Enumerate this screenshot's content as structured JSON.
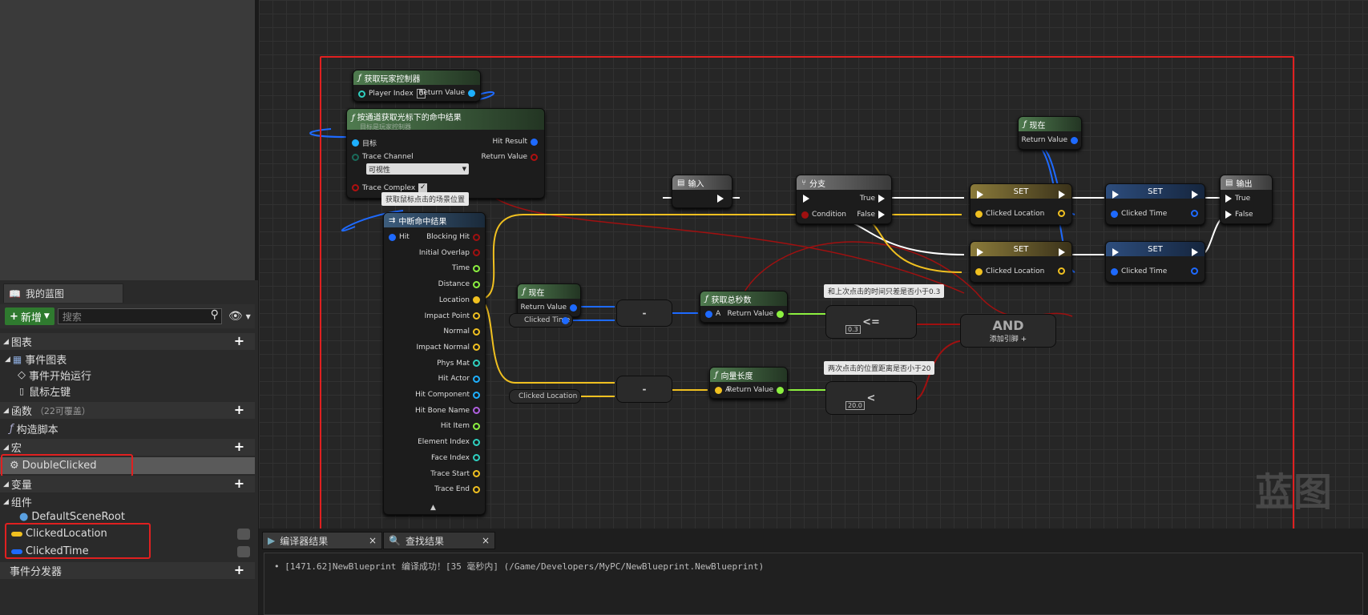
{
  "sidebar": {
    "tab_title": "我的蓝图",
    "new_button": "新增",
    "search_placeholder": "搜索",
    "sections": {
      "graph": "图表",
      "event_graph": "事件图表",
      "begin_play": "事件开始运行",
      "left_mouse": "鼠标左键",
      "functions": "函数",
      "functions_count": "（22可覆盖）",
      "construction": "构造脚本",
      "macros": "宏",
      "macro_item": "DoubleClicked",
      "variables": "变量",
      "components": "组件",
      "default_root": "DefaultSceneRoot",
      "var1": "ClickedLocation",
      "var2": "ClickedTime",
      "dispatchers": "事件分发器"
    }
  },
  "graph": {
    "watermark": "蓝图",
    "nodes": {
      "get_pc": {
        "title": "获取玩家控制器",
        "player_index_label": "Player Index",
        "player_index_value": "0",
        "return_value": "Return Value"
      },
      "hit_under": {
        "title": "按通道获取光标下的命中结果",
        "subtitle": "目标是玩家控制器",
        "target": "目标",
        "hit_result": "Hit Result",
        "return_value": "Return Value",
        "trace_channel": "Trace Channel",
        "channel_value": "可视性",
        "trace_complex": "Trace Complex"
      },
      "comment_click_pos": "获取鼠标点击的场景位置",
      "break_hit": {
        "title": "中断命中结果",
        "hit": "Hit",
        "outputs": [
          "Blocking Hit",
          "Initial Overlap",
          "Time",
          "Distance",
          "Location",
          "Impact Point",
          "Normal",
          "Impact Normal",
          "Phys Mat",
          "Hit Actor",
          "Hit Component",
          "Hit Bone Name",
          "Hit Item",
          "Element Index",
          "Face Index",
          "Trace Start",
          "Trace End"
        ]
      },
      "input": {
        "title": "输入"
      },
      "branch": {
        "title": "分支",
        "condition": "Condition",
        "true_label": "True",
        "false_label": "False"
      },
      "now_top": {
        "title": "现在",
        "return_value": "Return Value"
      },
      "set1": {
        "title": "SET",
        "var": "Clicked Location"
      },
      "set2": {
        "title": "SET",
        "var": "Clicked Time"
      },
      "set3": {
        "title": "SET",
        "var": "Clicked Location"
      },
      "set4": {
        "title": "SET",
        "var": "Clicked Time"
      },
      "output": {
        "title": "输出",
        "true_label": "True",
        "false_label": "False"
      },
      "now_mid": {
        "title": "现在",
        "return_value": "Return Value"
      },
      "clicked_time_get": "Clicked Time",
      "minus1": "-",
      "total_seconds": {
        "title": "获取总秒数",
        "a": "A",
        "return_value": "Return Value"
      },
      "comment_time": "和上次点击的时间只差是否小于0.3",
      "lte": {
        "symbol": "<=",
        "value": "0.3"
      },
      "and": {
        "title": "AND",
        "add_pin": "添加引脚"
      },
      "clicked_loc_get": "Clicked Location",
      "minus2": "-",
      "vec_len": {
        "title": "向量长度",
        "a": "A",
        "return_value": "Return Value"
      },
      "comment_dist": "两次点击的位置距离是否小于20",
      "lt": {
        "symbol": "<",
        "value": "20.0"
      }
    }
  },
  "bottom": {
    "tab1": "编译器结果",
    "tab2": "查找结果",
    "log": "[1471.62]NewBlueprint 编译成功！[35 毫秒内] (/Game/Developers/MyPC/NewBlueprint.NewBlueprint)"
  },
  "colors": {
    "highlight": "#e02020",
    "exec": "#ffffff",
    "bool": "#8b0000",
    "vector": "#f0c020",
    "float": "#8cf040",
    "object": "#1e90ff",
    "struct": "#1e6aff"
  }
}
